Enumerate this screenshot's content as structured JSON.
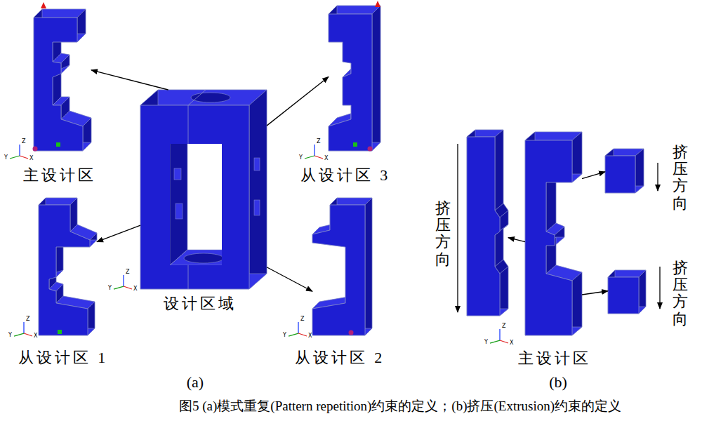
{
  "diagram": {
    "caption": "图5 (a)模式重复(Pattern repetition)约束的定义；(b)挤压(Extrusion)约束的定义",
    "nodes": [
      {
        "text": [
          "主设计区"
        ]
      },
      {
        "text": [
          "从设计区 3"
        ]
      },
      {
        "text": [
          "设计区域"
        ]
      },
      {
        "text": [
          "从设计区 1"
        ]
      },
      {
        "text": [
          "从设计区 2"
        ]
      },
      {
        "text": [
          "挤压方向"
        ]
      },
      {
        "text": [
          "主设计区"
        ]
      },
      {
        "text": [
          "挤压方向"
        ]
      },
      {
        "text": [
          "挤压方向"
        ]
      }
    ],
    "edges": [
      {
        "from": 2,
        "to": 0,
        "arrow": "to"
      },
      {
        "from": 2,
        "to": 1,
        "arrow": "to"
      },
      {
        "from": 2,
        "to": 3,
        "arrow": "to"
      },
      {
        "from": 2,
        "to": 4,
        "arrow": "to"
      },
      {
        "from": 6,
        "to": 5,
        "arrow": "to"
      },
      {
        "from": 6,
        "to": 7,
        "arrow": "to"
      },
      {
        "from": 6,
        "to": 8,
        "arrow": "to"
      }
    ],
    "labels": [
      "Z",
      "Y",
      "X",
      "Z",
      "Y",
      "X",
      "Z",
      "Y",
      "X",
      "Z",
      "Y",
      "X",
      "Z",
      "Y",
      "X",
      "Z",
      "Y",
      "X",
      "(a)",
      "(b)"
    ]
  }
}
